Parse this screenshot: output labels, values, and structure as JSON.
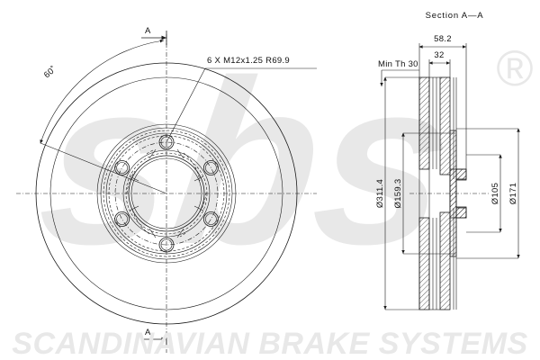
{
  "document": {
    "type": "engineering-drawing",
    "subject": "Ventilated brake disc",
    "brand": "sbs"
  },
  "watermark": {
    "logo_text": "sbs",
    "registered_mark": "®",
    "footer_text": "SCANDINAVIAN BRAKE SYSTEMS",
    "color": "#e8e8e8"
  },
  "front_view": {
    "section_marker_top": "A",
    "section_marker_bottom": "A",
    "angle_dimension": "60˚",
    "bolt_callout": "6  X  M12x1.25    R69.9",
    "bolt_count": 6,
    "bolt_circle_radius": "R69.9",
    "thread": "M12x1.25"
  },
  "section_view": {
    "title": "Section  A—A",
    "dimensions": {
      "overall_width": "58.2",
      "vent_width": "32",
      "min_thickness": "Min Th 30",
      "outer_diameter": "Ø311.4",
      "inner_diameter": "Ø159.3",
      "hub_bore": "Ø105",
      "hub_outer": "Ø171"
    }
  },
  "labels": {
    "dia_311": "Ø311.4",
    "dia_159": "Ø159.3",
    "dia_105": "Ø105",
    "dia_171": "Ø171",
    "w_58": "58.2",
    "w_32": "32",
    "min_th": "Min Th 30",
    "sec_title": "Section  A—A",
    "angle": "60˚",
    "callout": "6  X  M12x1.25    R69.9",
    "mark_a_top": "A",
    "mark_a_bottom": "A"
  },
  "colors": {
    "line": "#1a1a1a",
    "watermark": "#e8e8e8",
    "background": "#ffffff"
  }
}
